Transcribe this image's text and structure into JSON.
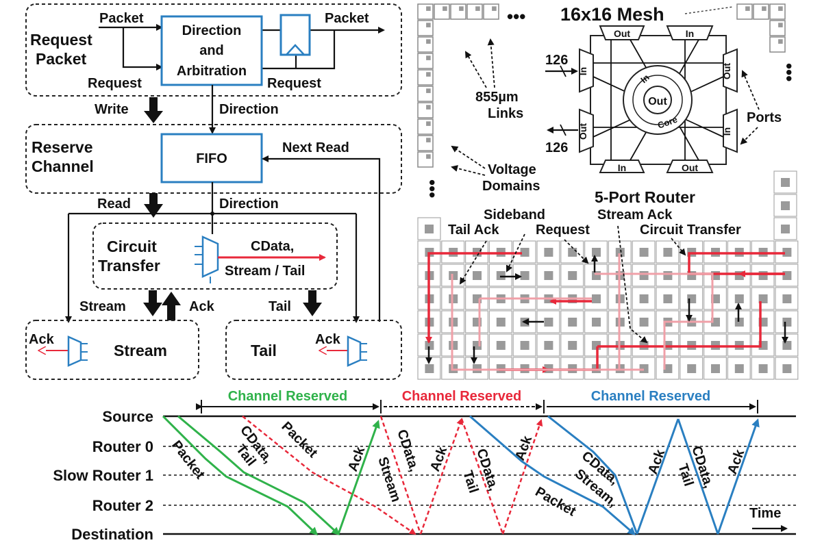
{
  "request_packet": {
    "title_line1": "Request",
    "title_line2": "Packet",
    "packet_in": "Packet",
    "packet_out": "Packet",
    "request_left": "Request",
    "request_right": "Request",
    "arb_line1": "Direction",
    "arb_line2": "and",
    "arb_line3": "Arbitration"
  },
  "links": {
    "write": "Write",
    "direction1": "Direction",
    "read": "Read",
    "direction2": "Direction",
    "next_read": "Next Read",
    "stream_arrow": "Stream",
    "ack_arrow": "Ack",
    "tail_arrow": "Tail"
  },
  "reserve_channel": {
    "title_line1": "Reserve",
    "title_line2": "Channel",
    "fifo": "FIFO"
  },
  "circuit_transfer": {
    "title_line1": "Circuit",
    "title_line2": "Transfer",
    "cdata_line1": "CData,",
    "cdata_line2": "Stream / Tail"
  },
  "stream_box": {
    "ack": "Ack",
    "title": "Stream"
  },
  "tail_box": {
    "ack": "Ack",
    "title": "Tail"
  },
  "mesh": {
    "title": "16x16 Mesh",
    "links_line1": "855µm",
    "links_line2": "Links",
    "voltage_line1": "Voltage",
    "voltage_line2": "Domains",
    "ellipsis": "•••"
  },
  "router": {
    "title": "5-Port Router",
    "out": "Out",
    "in": "In",
    "core": "Core",
    "ports": "Ports",
    "width_in": "126",
    "width_out": "126"
  },
  "grid_labels": {
    "tail_ack": "Tail Ack",
    "sideband_line1": "Sideband",
    "sideband_line2": "Request",
    "stream_ack": "Stream Ack",
    "circuit_transfer": "Circuit Transfer"
  },
  "timeline": {
    "rows": [
      "Source",
      "Router 0",
      "Slow Router 1",
      "Router 2",
      "Destination"
    ],
    "phase1": "Channel Reserved",
    "phase2": "Channel Reserved",
    "phase3": "Channel Reserved",
    "time": "Time",
    "packet1": "Packet",
    "cdata_tail1_a": "CData,",
    "cdata_tail1_b": "Tail",
    "packet2": "Packet",
    "ack1": "Ack",
    "cdata_stream2_a": "CData,",
    "cdata_stream2_b": "Stream",
    "ack2": "Ack",
    "cdata_tail2_a": "CData,",
    "cdata_tail2_b": "Tail",
    "ack3": "Ack",
    "cdata_stream3_a": "CData,",
    "cdata_stream3_b": "Stream,",
    "packet3": "Packet",
    "ack4": "Ack",
    "cdata_tail3_a": "CData,",
    "cdata_tail3_b": "Tail",
    "ack5": "Ack"
  },
  "colors": {
    "green": "#2fb24a",
    "red": "#e8283a",
    "pink": "#f0a0a8",
    "blue": "#2a7fc1",
    "gray_cell": "#9a9a9a"
  }
}
